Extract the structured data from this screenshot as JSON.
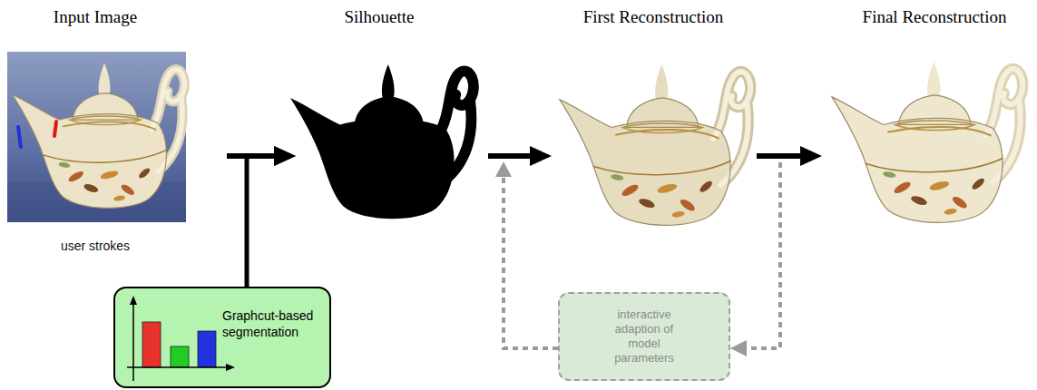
{
  "diagram": {
    "nodes": [
      {
        "text": [
          "Input Image",
          "user strokes"
        ]
      },
      {
        "text": [
          "Silhouette"
        ]
      },
      {
        "text": [
          "First Reconstruction"
        ]
      },
      {
        "text": [
          "Final Reconstruction"
        ]
      },
      {
        "text": [
          "Graphcut-based segmentation"
        ]
      },
      {
        "text": [
          "interactive adaption of model parameters"
        ]
      }
    ],
    "edges": [
      {
        "from": 0,
        "to": 1,
        "arrow": "to"
      },
      {
        "from": 1,
        "to": 2,
        "arrow": "to"
      },
      {
        "from": 2,
        "to": 3,
        "arrow": "to"
      },
      {
        "from": 4,
        "to": 1,
        "arrow": "to"
      },
      {
        "from": 2,
        "to": 5,
        "arrow": "to"
      },
      {
        "from": 5,
        "to": 2,
        "arrow": "to"
      }
    ]
  }
}
